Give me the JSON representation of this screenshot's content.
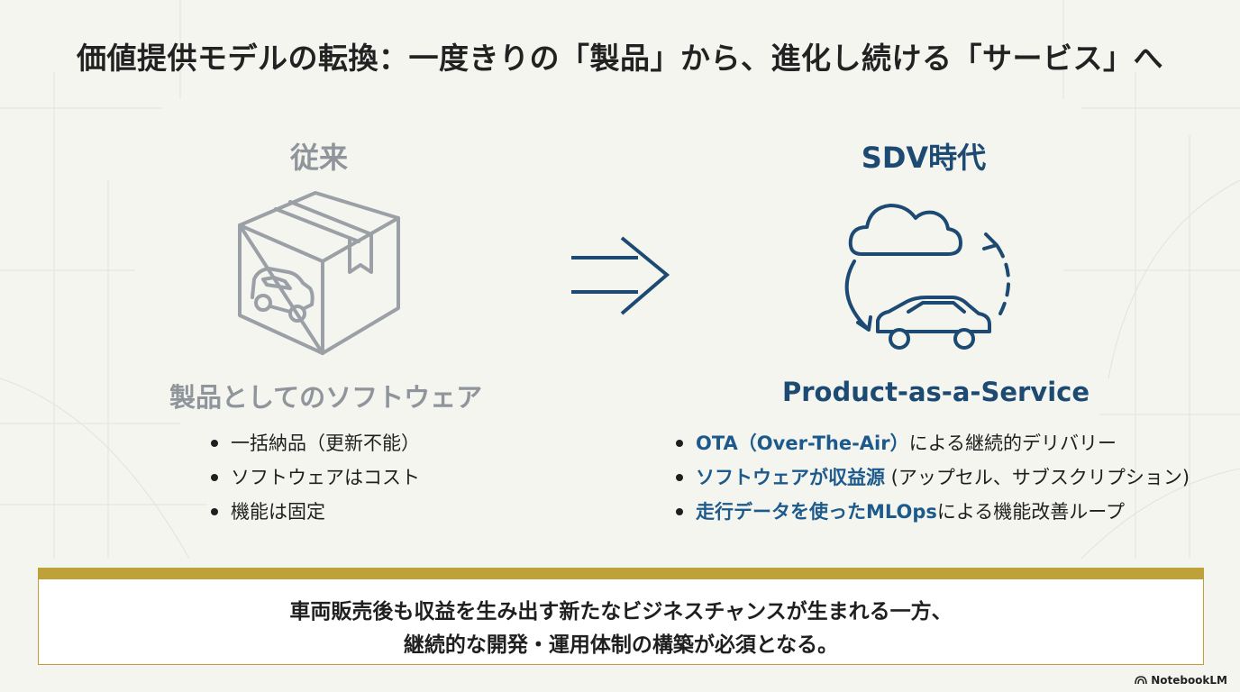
{
  "title": "価値提供モデルの転換：一度きりの「製品」から、進化し続ける「サービス」へ",
  "left": {
    "heading": "従来",
    "icon": "package-box-with-car-icon",
    "subheading": "製品としてのソフトウェア",
    "bullets": [
      "一括納品（更新不能）",
      "ソフトウェアはコスト",
      "機能は固定"
    ]
  },
  "transition_icon": "double-line-right-arrow-icon",
  "right": {
    "heading": "SDV時代",
    "icon": "cloud-car-cycle-icon",
    "subheading": "Product-as-a-Service",
    "bullets": [
      {
        "highlight": "OTA（Over-The-Air）",
        "rest": "による継続的デリバリー"
      },
      {
        "highlight": "ソフトウェアが収益源",
        "rest": " (アップセル、サブスクリプション)"
      },
      {
        "highlight": "走行データを使ったMLOps",
        "rest": "による機能改善ループ"
      }
    ]
  },
  "banner": {
    "line1": "車両販売後も収益を生み出す新たなビジネスチャンスが生まれる一方、",
    "line2": "継続的な開発・運用体制の構築が必須となる。"
  },
  "brand": "NotebookLM",
  "colors": {
    "background": "#f5f5f0",
    "muted_gray": "#8f959b",
    "navy": "#1d4a72",
    "highlight_blue": "#1d5a8c",
    "gold": "#bfa13a"
  }
}
